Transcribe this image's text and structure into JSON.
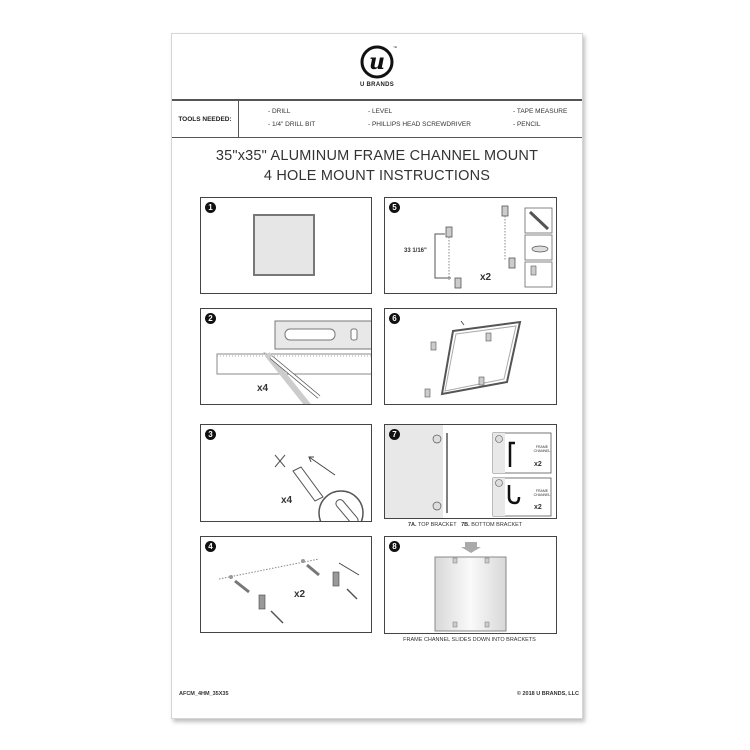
{
  "brand": {
    "logo_letter": "u",
    "trademark": "™",
    "name": "U BRANDS"
  },
  "tools": {
    "label": "TOOLS NEEDED:",
    "items": [
      "- DRILL",
      "- 1/4\" DRILL BIT",
      "- LEVEL",
      "- PHILLIPS HEAD SCREWDRIVER",
      "- TAPE MEASURE",
      "- PENCIL"
    ]
  },
  "title": {
    "line1": "35\"x35\" ALUMINUM FRAME CHANNEL MOUNT",
    "line2": "4 HOLE MOUNT INSTRUCTIONS"
  },
  "steps": [
    {
      "number": "1",
      "description": "frame-square"
    },
    {
      "number": "2",
      "multiplier": "x4"
    },
    {
      "number": "3",
      "multiplier": "x4"
    },
    {
      "number": "4",
      "multiplier": "x2"
    },
    {
      "number": "5",
      "measurement": "33 1/16\"",
      "multiplier": "x2"
    },
    {
      "number": "6"
    },
    {
      "number": "7",
      "callouts": [
        "7A",
        "7B"
      ],
      "inset_label": "FRAME CHANNEL",
      "inset_multiplier": "x2",
      "caption_a_bold": "7A.",
      "caption_a": "TOP BRACKET",
      "caption_b_bold": "7B.",
      "caption_b": "BOTTOM BRACKET"
    },
    {
      "number": "8",
      "caption": "FRAME CHANNEL SLIDES DOWN INTO BRACKETS"
    }
  ],
  "footer": {
    "code": "AFCM_4HM_35X35",
    "copyright": "© 2018 U BRANDS, LLC"
  },
  "colors": {
    "border": "#444444",
    "frame_fill": "#e6e6e6",
    "accent_dark": "#111111"
  }
}
